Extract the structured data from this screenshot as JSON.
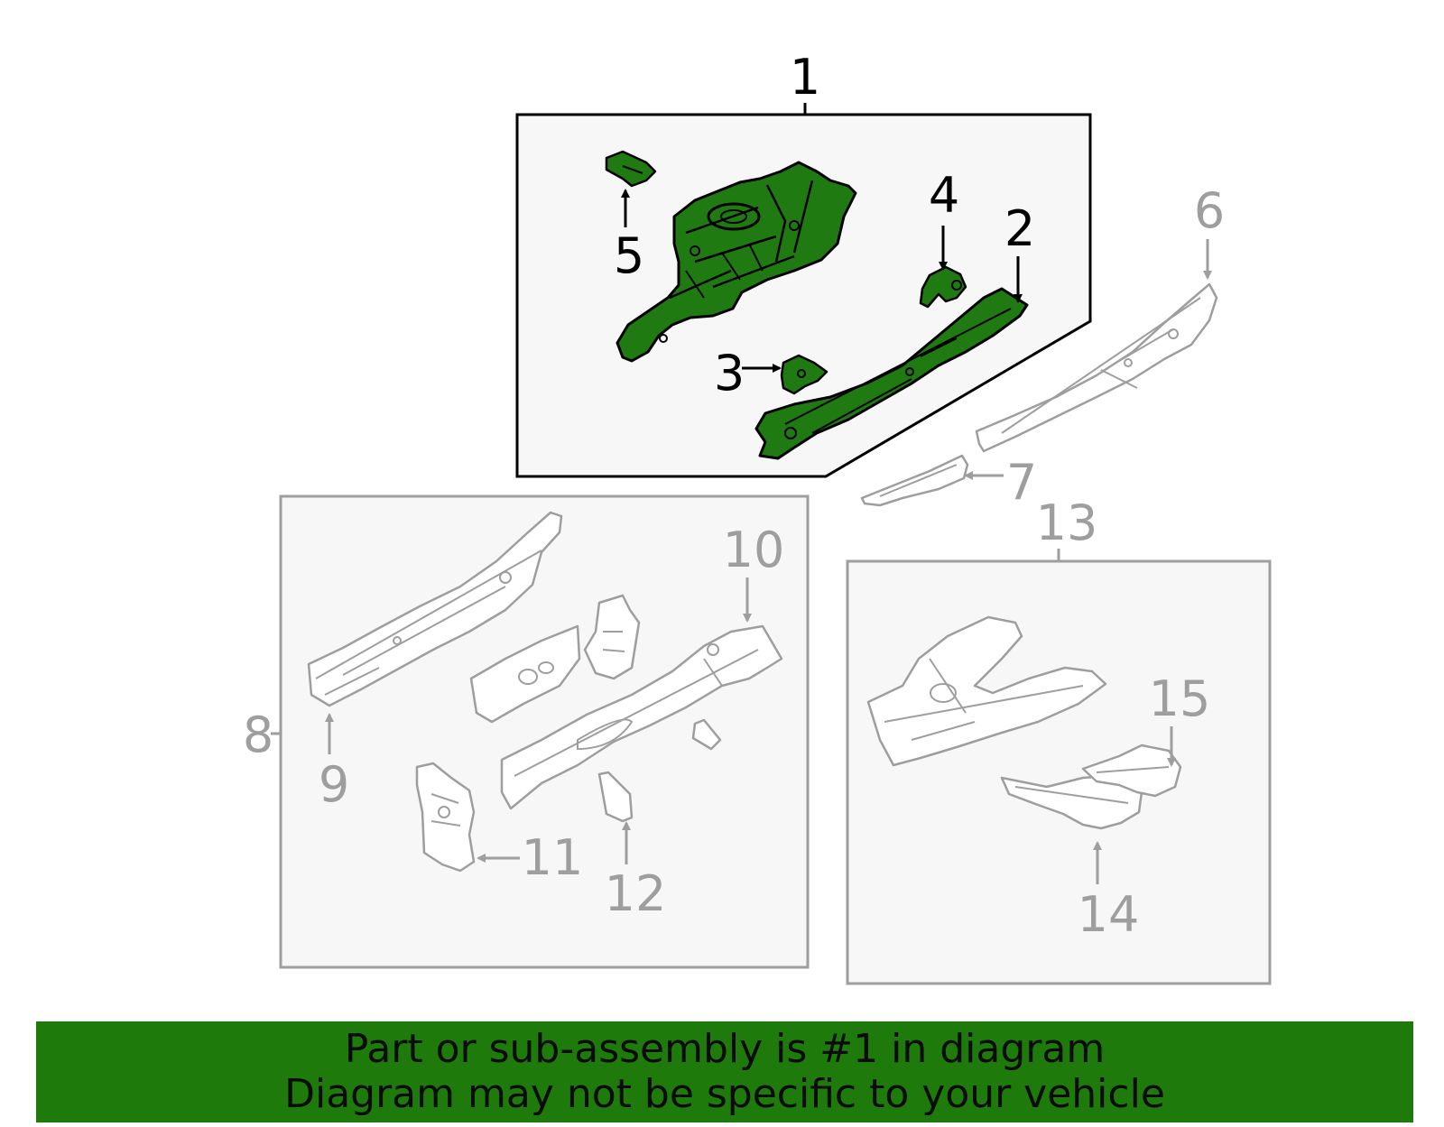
{
  "colors": {
    "highlight": "#1d7a0b",
    "part_fill": "#1f7a12",
    "active_stroke": "#000000",
    "inactive_stroke": "#9e9e9e",
    "group_background": "#f7f7f7",
    "banner_background": "#1d7a0b",
    "banner_text": "#0b0b0b"
  },
  "callouts": {
    "c1": "1",
    "c2": "2",
    "c3": "3",
    "c4": "4",
    "c5": "5",
    "c6": "6",
    "c7": "7",
    "c8": "8",
    "c9": "9",
    "c10": "10",
    "c11": "11",
    "c12": "12",
    "c13": "13",
    "c14": "14",
    "c15": "15"
  },
  "highlighted_part": "1",
  "banner": {
    "line1": "Part or sub-assembly is #1 in diagram",
    "line2": "Diagram may not be specific to your vehicle"
  }
}
